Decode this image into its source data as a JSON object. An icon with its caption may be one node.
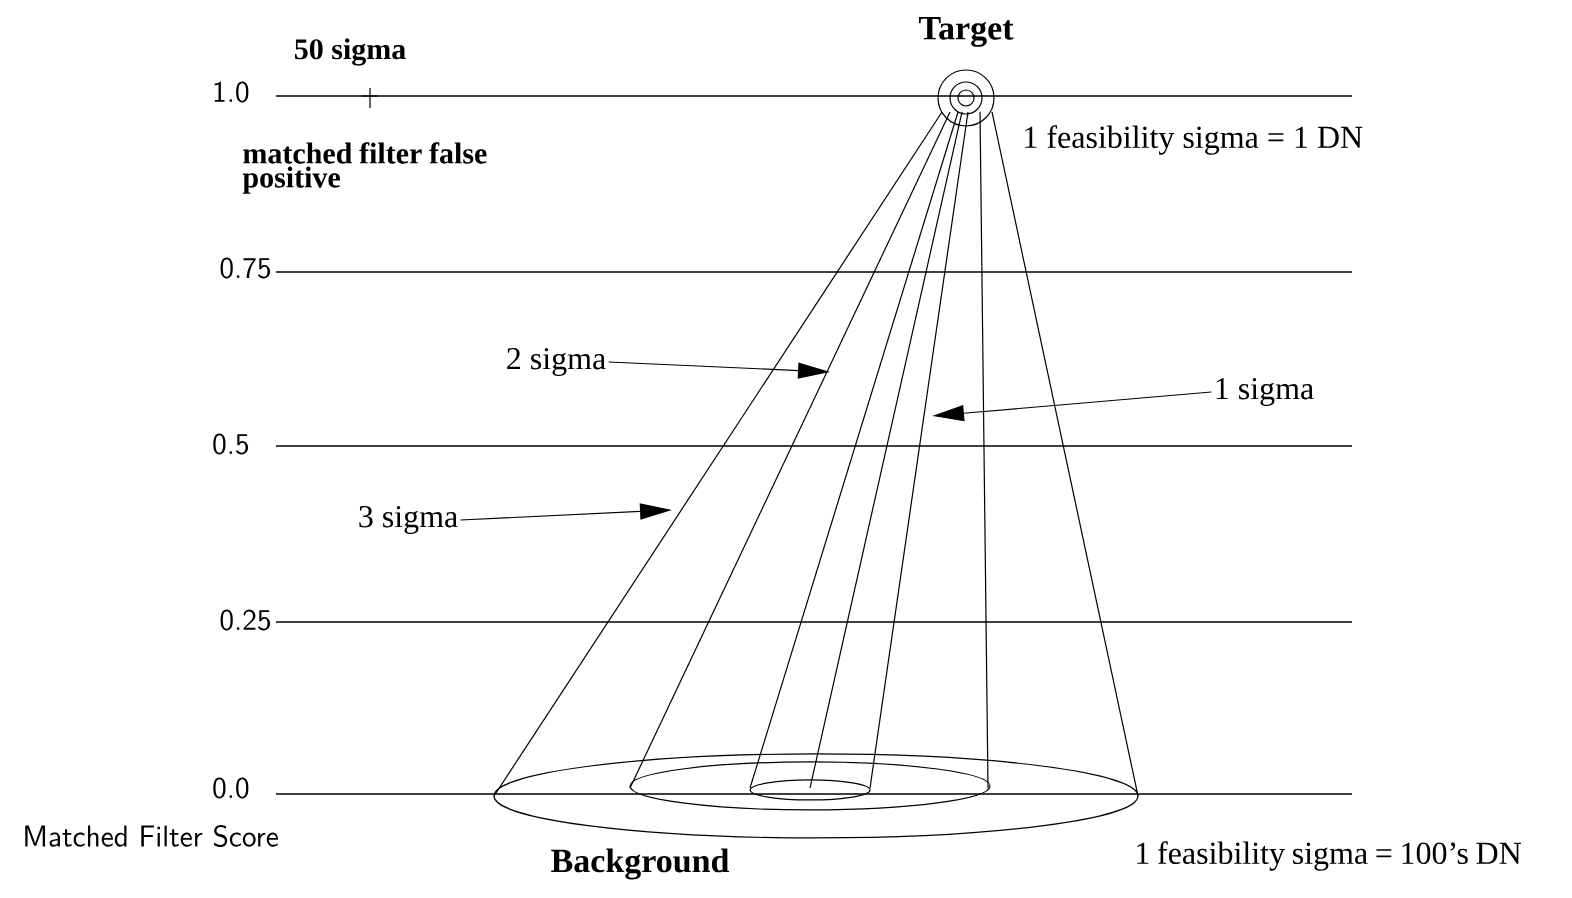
{
  "diagram": {
    "nodes": [
      {
        "text": [
          "Target"
        ]
      },
      {
        "text": [
          "Background"
        ]
      },
      {
        "text": [
          "3 sigma"
        ]
      },
      {
        "text": [
          "2 sigma"
        ]
      },
      {
        "text": [
          "1 sigma"
        ]
      }
    ],
    "edges": [
      {
        "from": 2,
        "to": null,
        "arrow": "to"
      },
      {
        "from": 3,
        "to": null,
        "arrow": "to"
      },
      {
        "from": 4,
        "to": null,
        "arrow": "to"
      }
    ],
    "labels": [
      "50 sigma",
      "matched filter false positive",
      "1 feasibility sigma = 1 DN",
      "1.0",
      "0.75",
      "0.5",
      "0.25",
      "0.0",
      "Matched Filter Score",
      "1 feasibility sigma = 100’s DN"
    ]
  }
}
